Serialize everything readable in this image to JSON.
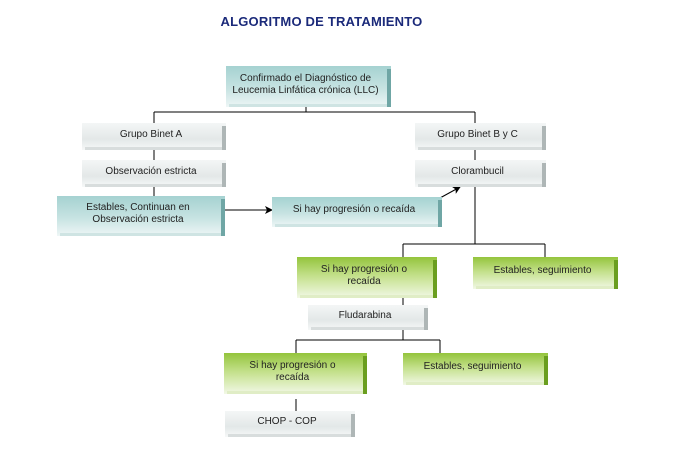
{
  "title": "ALGORITMO DE TRATAMIENTO",
  "nodes": {
    "root": {
      "line1": "Confirmado el Diagnóstico de",
      "line2": "Leucemia Linfática crónica (LLC)"
    },
    "binet_a": "Grupo Binet A",
    "observacion": "Observación estricta",
    "estables_obs": {
      "line1": "Estables, Continuan en",
      "line2": "Observación estricta"
    },
    "progresion_1": "Si hay progresión o recaída",
    "binet_bc": "Grupo Binet B y C",
    "clorambucil": "Clorambucil",
    "progresion_2": {
      "line1": "Si hay progresión o",
      "line2": "recaída"
    },
    "estables_seg_1": "Estables, seguimiento",
    "fludarabina": "Fludarabina",
    "progresion_3": {
      "line1": "Si hay progresión o",
      "line2": "recaída"
    },
    "estables_seg_2": "Estables, seguimiento",
    "chop": "CHOP - COP"
  },
  "colors": {
    "title": "#1b2a7a",
    "gray_box": "#e8ecec",
    "teal_box": "#b4dad9",
    "green_box": "#9ccb45",
    "connector": "#000000"
  }
}
